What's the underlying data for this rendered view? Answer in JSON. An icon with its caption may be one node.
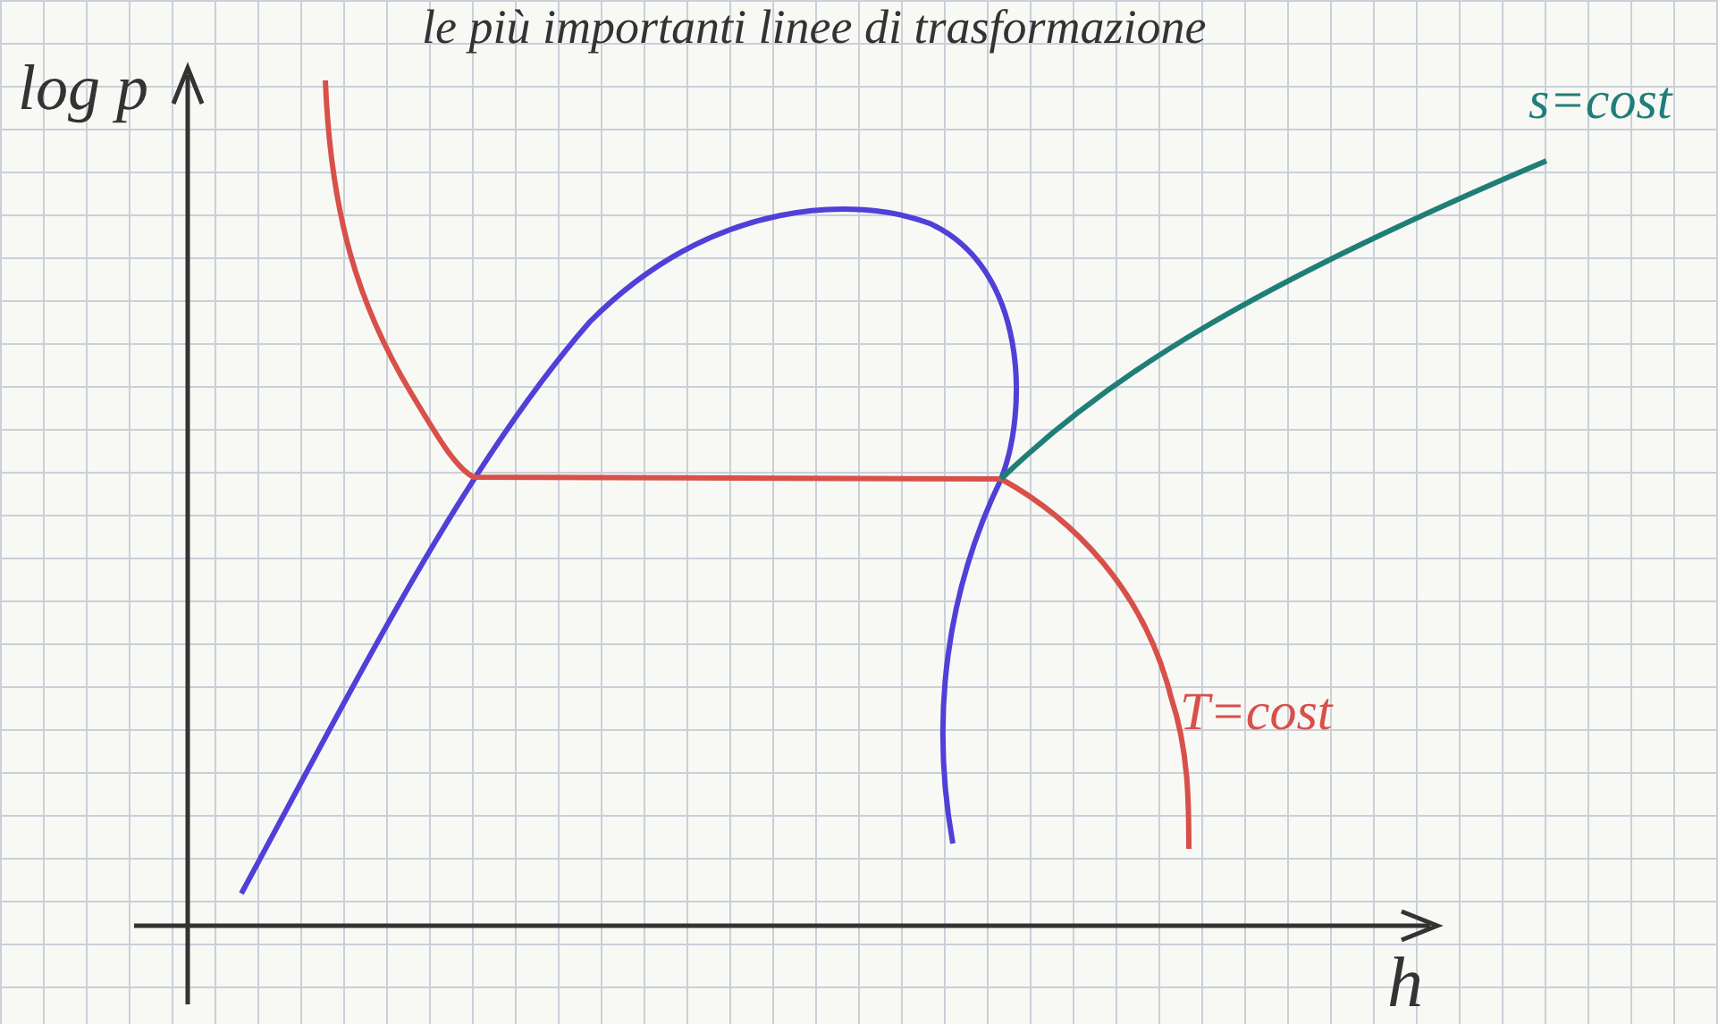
{
  "diagram": {
    "title": "le più importanti linee di trasformazione",
    "labels": [
      "log p",
      "h",
      "s=cost",
      "T=cost"
    ]
  }
}
